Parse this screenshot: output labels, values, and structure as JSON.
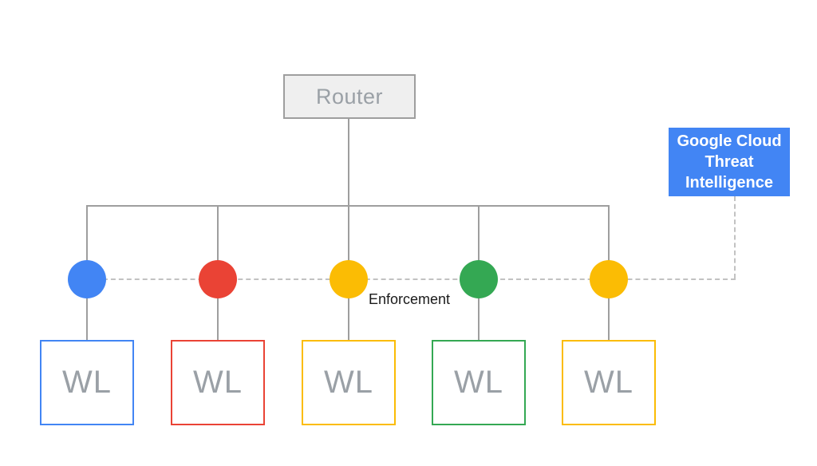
{
  "diagram": {
    "background": "#ffffff",
    "router": {
      "label": "Router",
      "fill": "#EFEFEF",
      "border_color": "#9E9E9E",
      "text_color": "#9AA0A6"
    },
    "threat_intel": {
      "lines": [
        "Google Cloud",
        "Threat",
        "Intelligence"
      ],
      "fill": "#4285F4",
      "text_color": "#FFFFFF"
    },
    "enforcement_label": "Enforcement",
    "line_color": "#9E9E9E",
    "dashed_line_color": "#C2C2C2",
    "wl_text_color": "#9AA0A6",
    "nodes": [
      {
        "name": "workload-1",
        "color": "#4285F4",
        "wl_label": "WL"
      },
      {
        "name": "workload-2",
        "color": "#EA4335",
        "wl_label": "WL"
      },
      {
        "name": "workload-3",
        "color": "#FBBC04",
        "wl_label": "WL"
      },
      {
        "name": "workload-4",
        "color": "#34A853",
        "wl_label": "WL"
      },
      {
        "name": "workload-5",
        "color": "#FBBC04",
        "wl_label": "WL"
      }
    ]
  }
}
